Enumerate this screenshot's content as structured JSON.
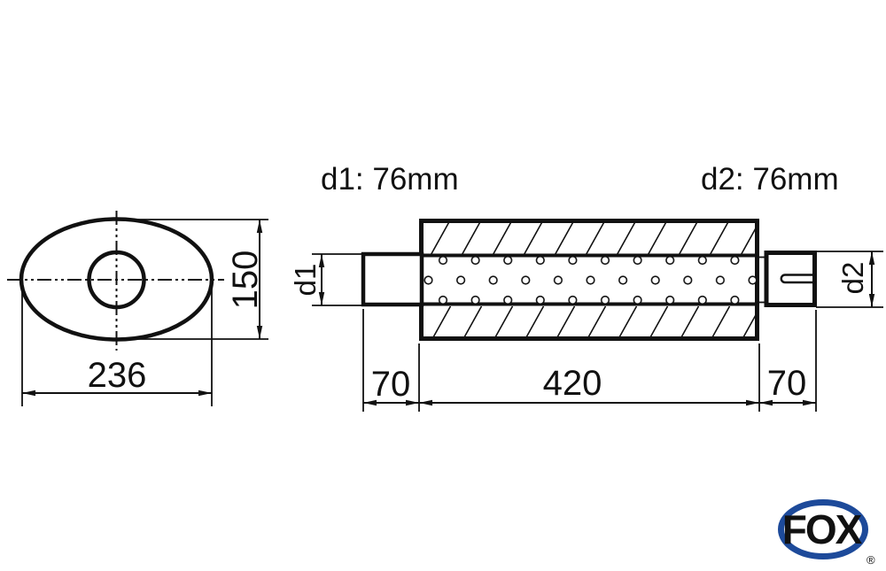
{
  "colors": {
    "line": "#111111",
    "background": "#ffffff",
    "logo_blue": "#1d4a9a"
  },
  "cross_section_view": {
    "width_label": "236",
    "height_label": "150"
  },
  "side_view": {
    "inlet_header": "d1: 76mm",
    "outlet_header": "d2: 76mm",
    "inlet_dim_label": "d1",
    "outlet_dim_label": "d2",
    "inlet_length_label": "70",
    "body_length_label": "420",
    "outlet_length_label": "70"
  },
  "logo": {
    "text": "FOX",
    "registered": "®"
  }
}
